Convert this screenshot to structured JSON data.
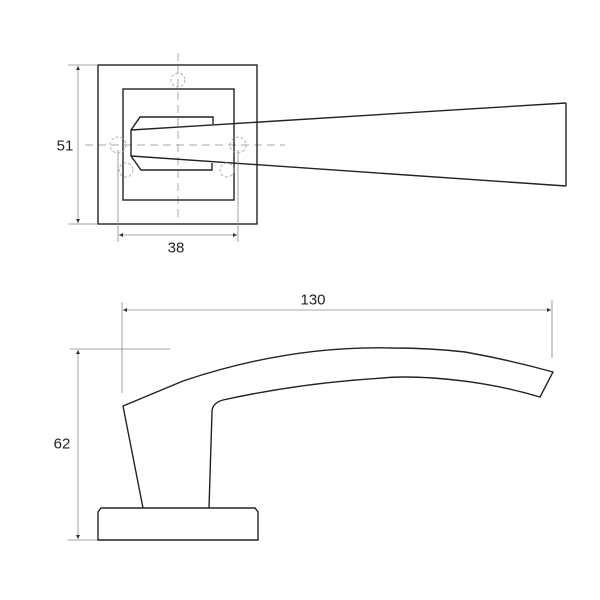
{
  "dimensions": {
    "rose_height": "51",
    "hole_spacing": "38",
    "lever_length": "130",
    "lever_height": "62"
  },
  "colors": {
    "outline": "#222222",
    "dimension": "#888888",
    "hidden": "#aaaaaa"
  }
}
